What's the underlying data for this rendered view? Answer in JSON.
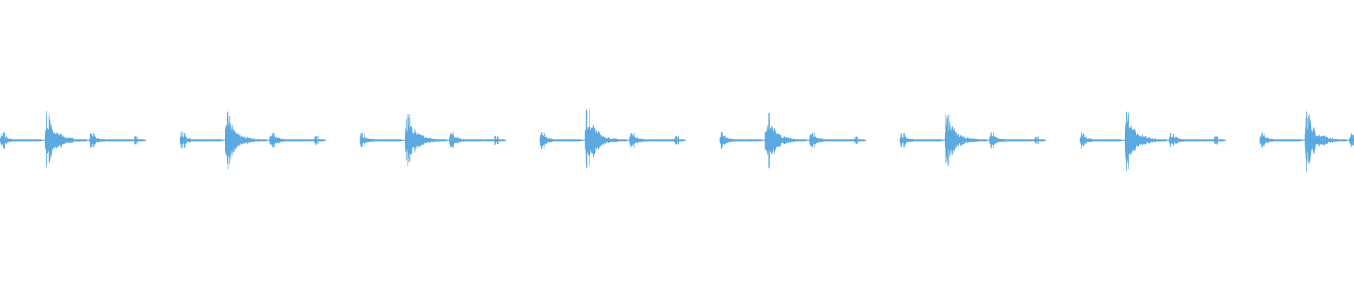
{
  "waveform": {
    "color": "#5aa9e0",
    "background": "#ffffff",
    "bars_total": 8,
    "hits_per_bar": 4,
    "hit_peaks": [
      [
        0.26,
        0.95,
        0.25,
        0.16
      ],
      [
        0.28,
        0.92,
        0.27,
        0.15
      ],
      [
        0.25,
        0.88,
        0.29,
        0.14
      ],
      [
        0.27,
        1.0,
        0.26,
        0.15
      ],
      [
        0.28,
        0.88,
        0.25,
        0.13
      ],
      [
        0.24,
        0.84,
        0.27,
        0.14
      ],
      [
        0.25,
        0.92,
        0.24,
        0.15
      ],
      [
        0.26,
        0.96,
        0.22,
        0.14
      ]
    ]
  }
}
